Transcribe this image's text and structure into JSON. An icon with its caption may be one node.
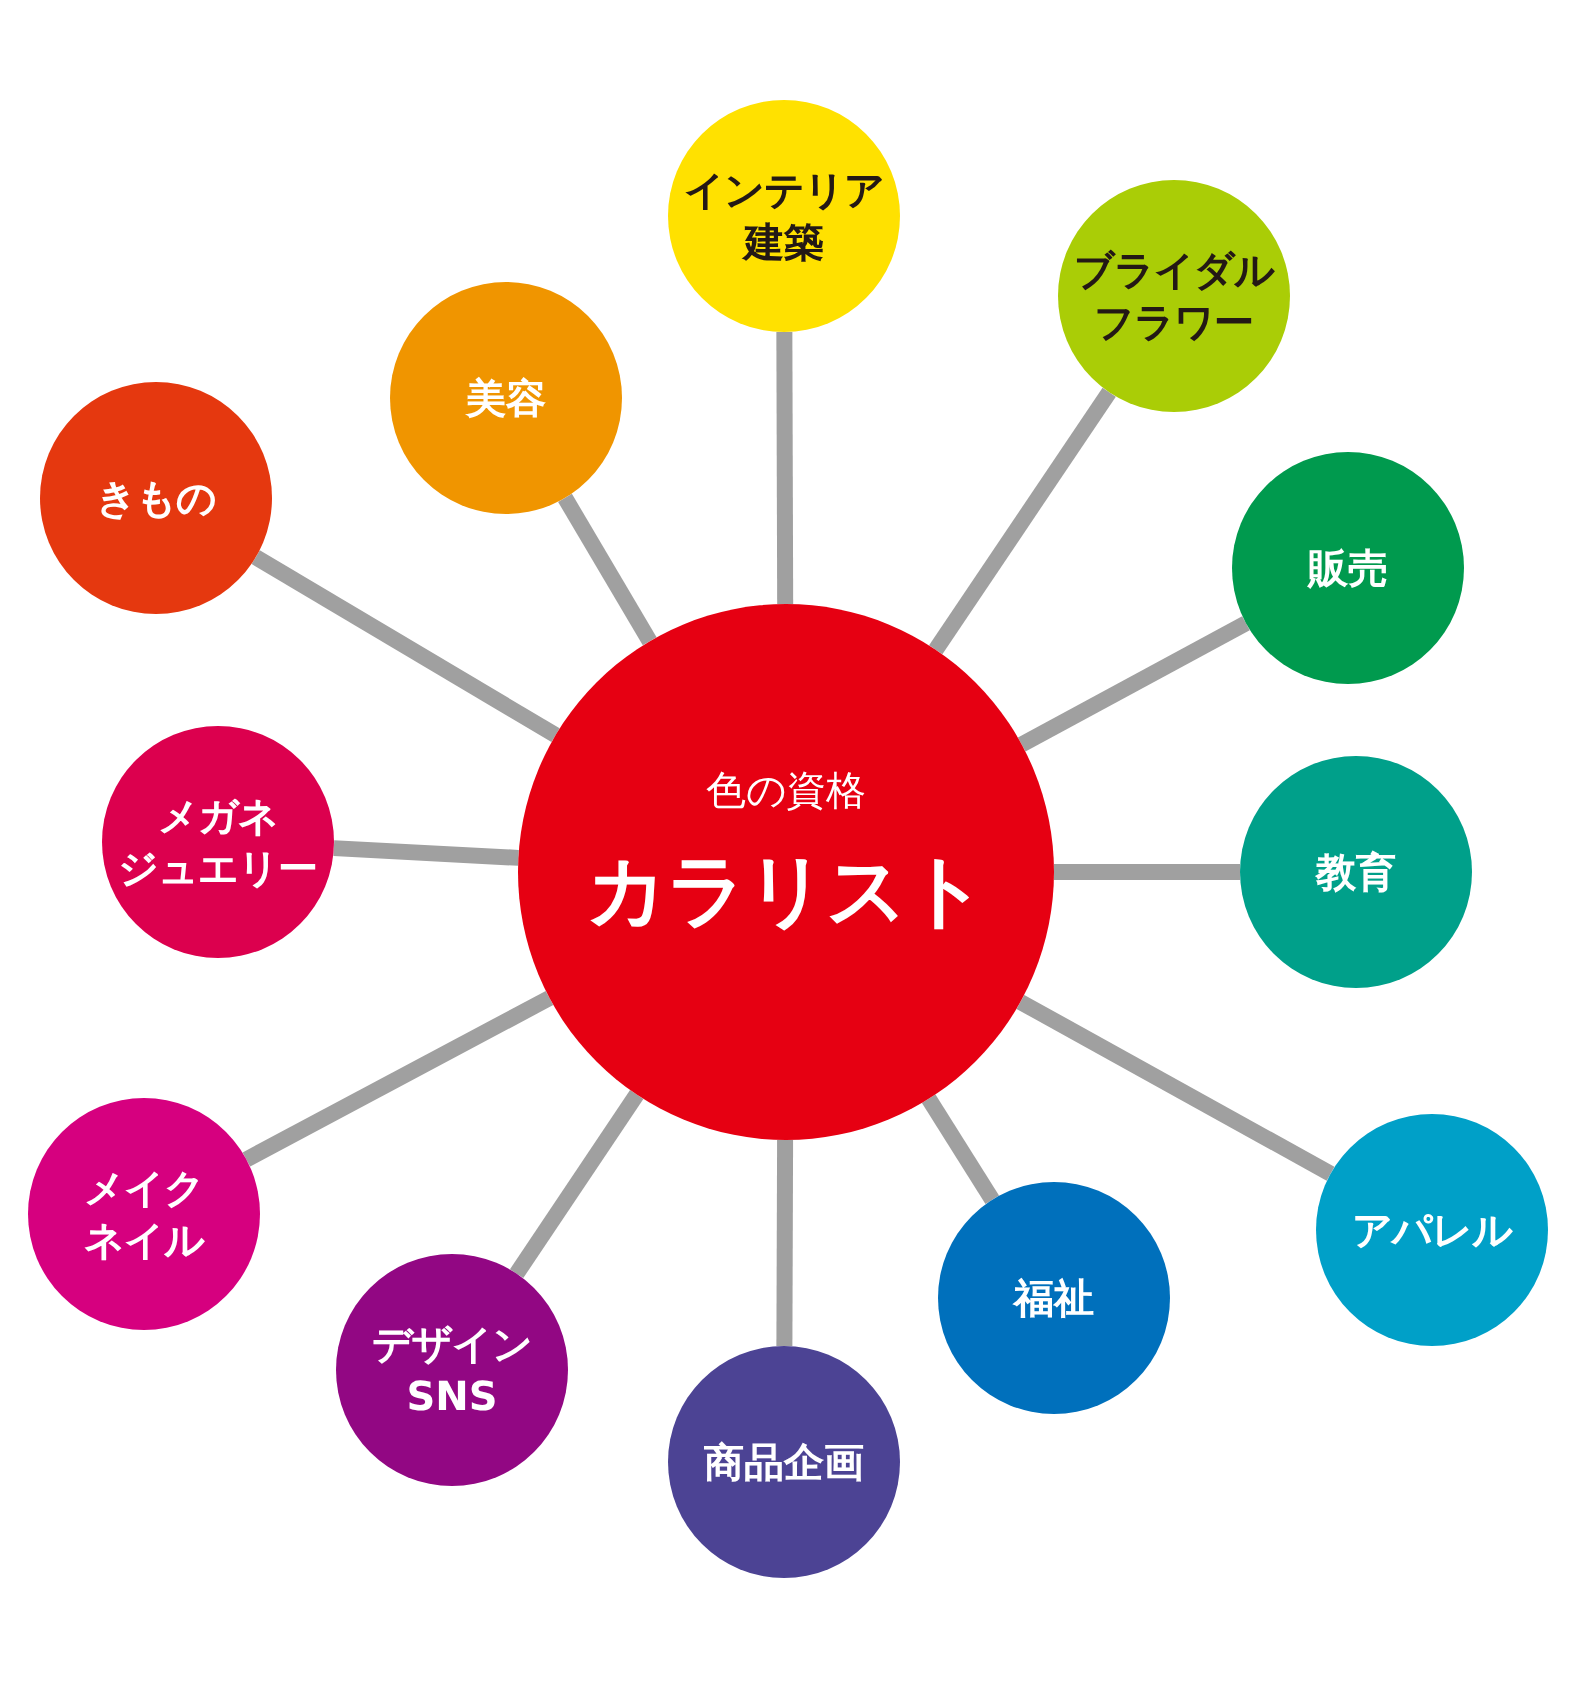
{
  "diagram": {
    "nodes": [
      {
        "text": [
          "色の資格",
          "カラリスト"
        ]
      },
      {
        "text": [
          "インテリア建築"
        ]
      },
      {
        "text": [
          "ブライダルフラワー"
        ]
      },
      {
        "text": [
          "販売"
        ]
      },
      {
        "text": [
          "教育"
        ]
      },
      {
        "text": [
          "アパレル"
        ]
      },
      {
        "text": [
          "福祉"
        ]
      },
      {
        "text": [
          "商品企画"
        ]
      },
      {
        "text": [
          "デザインSNS"
        ]
      },
      {
        "text": [
          "メイクネイル"
        ]
      },
      {
        "text": [
          "メガネジュエリー"
        ]
      },
      {
        "text": [
          "きもの"
        ]
      },
      {
        "text": [
          "美容"
        ]
      }
    ],
    "edges": [
      {
        "from": 0,
        "to": 1,
        "arrow": "none"
      },
      {
        "from": 0,
        "to": 2,
        "arrow": "none"
      },
      {
        "from": 0,
        "to": 3,
        "arrow": "none"
      },
      {
        "from": 0,
        "to": 4,
        "arrow": "none"
      },
      {
        "from": 0,
        "to": 5,
        "arrow": "none"
      },
      {
        "from": 0,
        "to": 6,
        "arrow": "none"
      },
      {
        "from": 0,
        "to": 7,
        "arrow": "none"
      },
      {
        "from": 0,
        "to": 8,
        "arrow": "none"
      },
      {
        "from": 0,
        "to": 9,
        "arrow": "none"
      },
      {
        "from": 0,
        "to": 10,
        "arrow": "none"
      },
      {
        "from": 0,
        "to": 11,
        "arrow": "none"
      },
      {
        "from": 0,
        "to": 12,
        "arrow": "none"
      }
    ]
  }
}
